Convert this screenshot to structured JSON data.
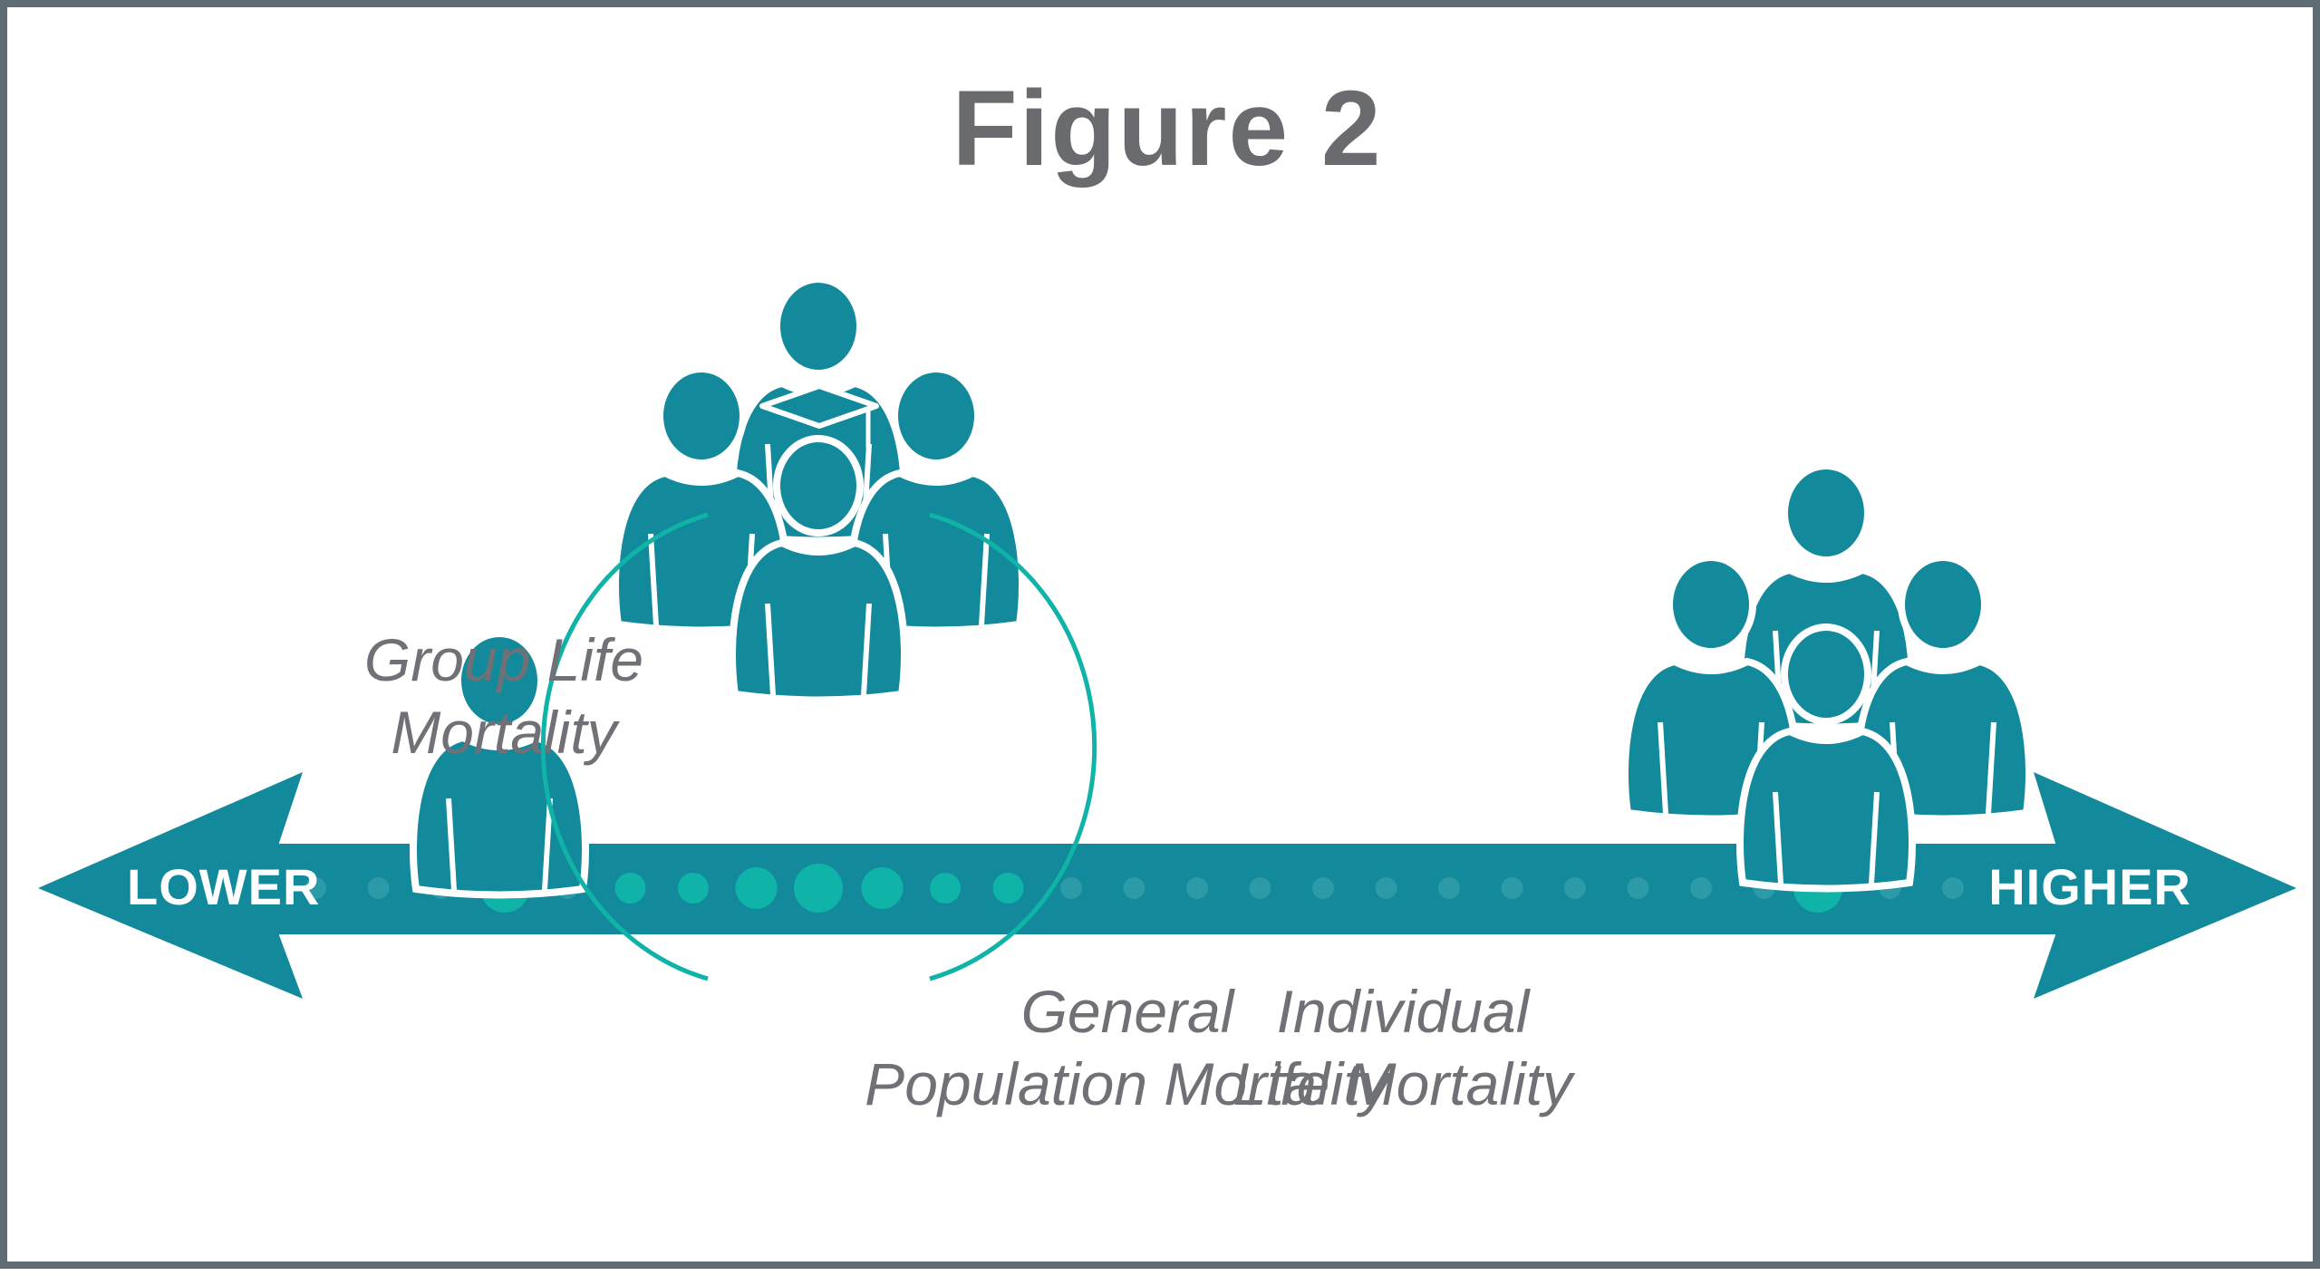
{
  "title": "Figure 2",
  "axis": {
    "lower_label": "LOWER",
    "higher_label": "HIGHER"
  },
  "captions": {
    "individual": [
      "Individual",
      "Life Mortality"
    ],
    "group": [
      "Group Life",
      "Mortality"
    ],
    "general": [
      "General",
      "Population Mortality"
    ]
  },
  "icons": {
    "individual": "single-person-icon",
    "group": "graduate-group-icon",
    "general": "people-group-icon"
  },
  "colors": {
    "teal_dark": "#128a9b",
    "teal_bright": "#0fb3a8",
    "text_gray": "#6a6b6e",
    "border": "#5f6b73"
  }
}
